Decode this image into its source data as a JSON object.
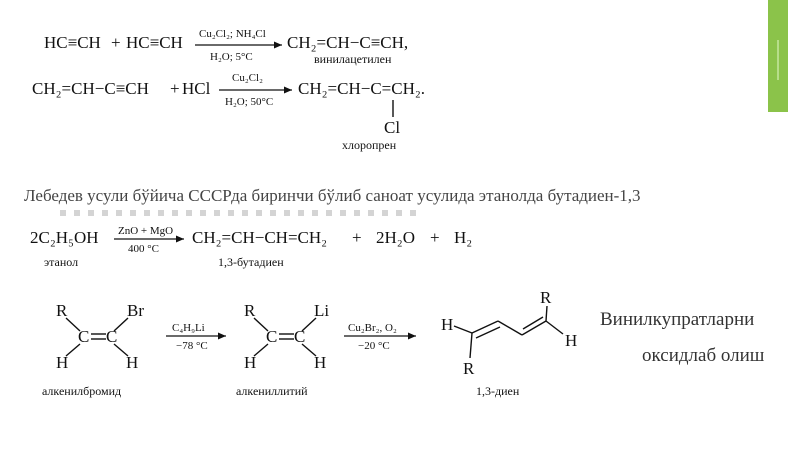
{
  "colors": {
    "accent": "#8bc34a",
    "text": "#111111",
    "body_text": "#444444"
  },
  "reaction1": {
    "reactant_a": "HC≡CH",
    "plus": "+",
    "reactant_b": "HC≡CH",
    "cond_top": "Cu₂Cl₂; NH₄Cl",
    "cond_bottom": "H₂O; 5°C",
    "product": "CH₂=CH−C≡CH,",
    "product_label": "винилацетилен"
  },
  "reaction2": {
    "reactant_a": "CH₂=CH−C≡CH",
    "plus": "+",
    "reactant_b": "HCl",
    "cond_top": "Cu₂Cl₂",
    "cond_bottom": "H₂O; 50°C",
    "product": "CH₂=CH−C=CH₂.",
    "substituent": "Cl",
    "product_label": "хлоропрен"
  },
  "paragraph": "Лебедев усули бўйича СССРда биринчи бўлиб саноат усулида этанолда бутадиен-1,3",
  "reaction3": {
    "reactant": "2C₂H₅OH",
    "reactant_label": "этанол",
    "cond_top": "ZnO + MgO",
    "cond_bottom": "400 °C",
    "product": "CH₂=CH−CH=CH₂",
    "product_label": "1,3-бутадиен",
    "plus1": "+",
    "byproduct1": "2H₂O",
    "plus2": "+",
    "byproduct2": "H₂"
  },
  "reaction4": {
    "s1_r": "R",
    "s1_br": "Br",
    "s1_c1": "C",
    "s1_c2": "C",
    "s1_h1": "H",
    "s1_h2": "H",
    "s1_label": "алкенилбромид",
    "arrow1_top": "C₄H₉Li",
    "arrow1_bottom": "−78 °C",
    "s2_r": "R",
    "s2_li": "Li",
    "s2_c1": "C",
    "s2_c2": "C",
    "s2_h1": "H",
    "s2_h2": "H",
    "s2_label": "алкениллитий",
    "arrow2_top": "Cu₂Br₂, O₂",
    "arrow2_bottom": "−20 °C",
    "s3_h_left": "H",
    "s3_r_bottom": "R",
    "s3_r_top": "R",
    "s3_h_right": "H",
    "s3_label": "1,3-диен"
  },
  "side_note": {
    "line1": "Винилкупратларни",
    "line2": "оксидлаб олиш"
  }
}
